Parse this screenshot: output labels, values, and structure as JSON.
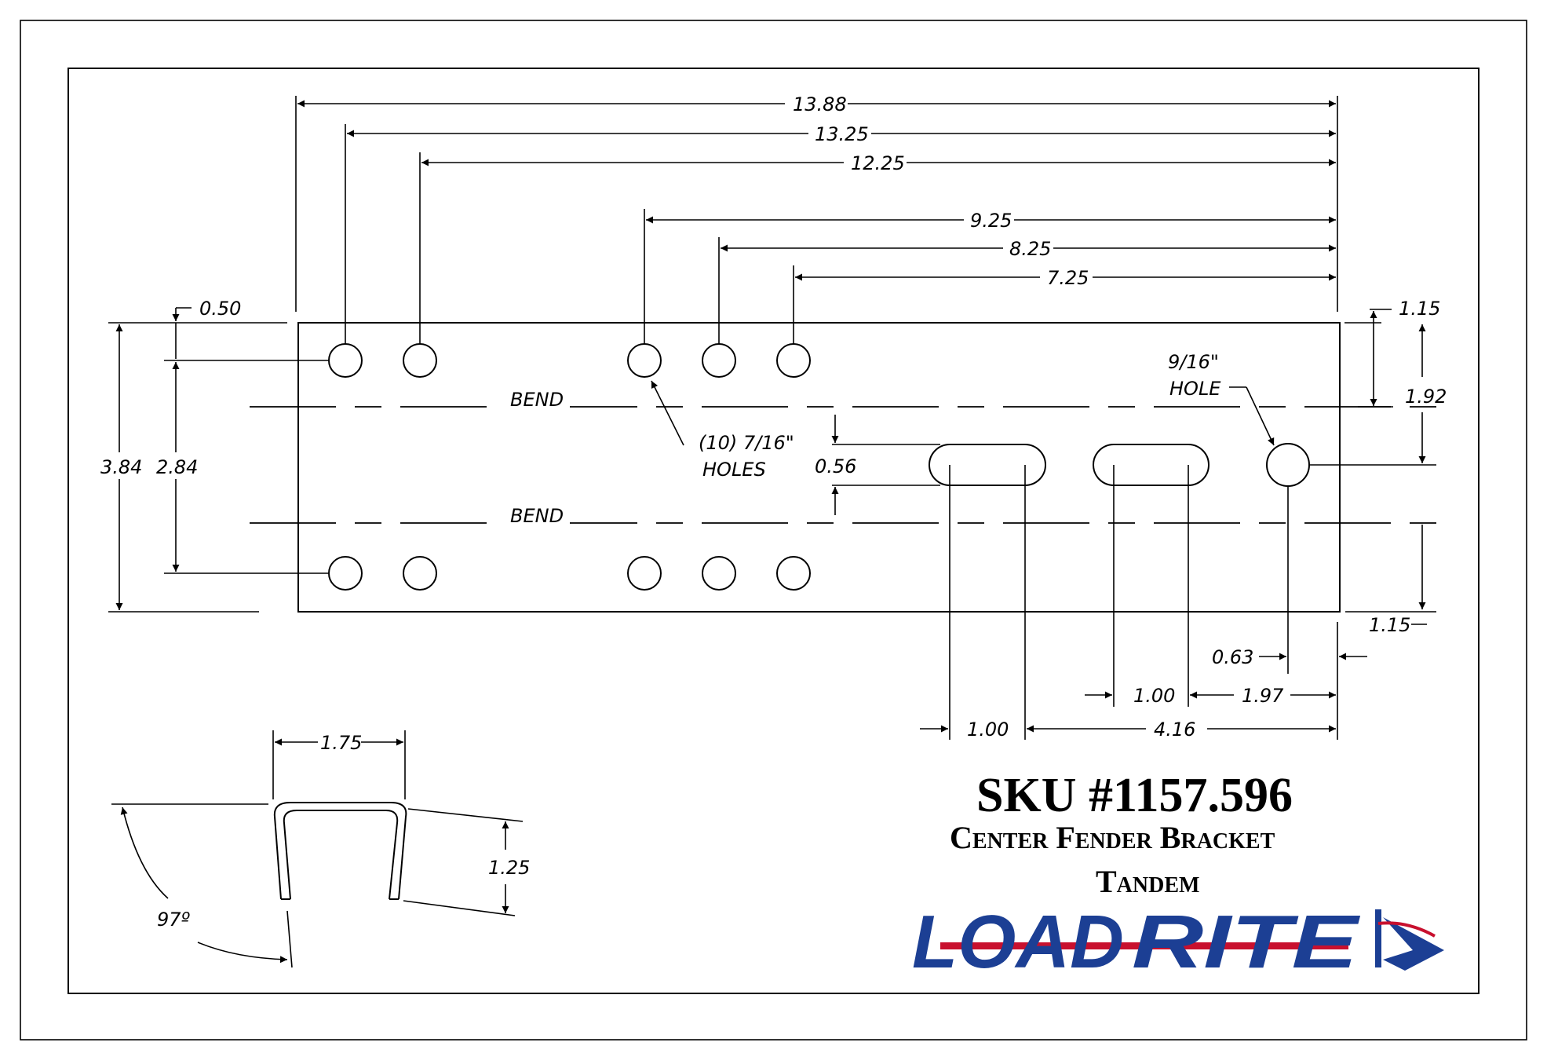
{
  "dimensions": {
    "overall_length": "13.88",
    "hole_1_to_end": "13.25",
    "hole_2_to_end": "12.25",
    "hole_3_to_end": "9.25",
    "hole_4_to_end": "8.25",
    "hole_5_to_end": "7.25",
    "edge_to_hole_offset": "0.50",
    "overall_height": "3.84",
    "hole_row_spacing": "2.84",
    "slot_width": "0.56",
    "right_top_offset": "1.15",
    "right_hole_height": "1.92",
    "right_bottom_offset": "1.15",
    "hole_to_end": "0.63",
    "slot2_length": "1.00",
    "slot2_to_end": "1.97",
    "slot1_length": "1.00",
    "slot1_to_end": "4.16",
    "channel_width": "1.75",
    "channel_depth": "1.25",
    "bend_angle": "97º"
  },
  "labels": {
    "bend_top": "BEND",
    "bend_bottom": "BEND",
    "holes_callout_line1": "(10) 7/16\"",
    "holes_callout_line2": "HOLES",
    "hole_callout_line1": "9/16\"",
    "hole_callout_line2": "HOLE"
  },
  "title_block": {
    "sku": "SKU #1157.596",
    "product_name": "Center Fender Bracket",
    "variant": "Tandem"
  },
  "logo": {
    "text_left": "LOAD",
    "text_right": "RITE",
    "primary_color": "#1c3f94",
    "accent_color": "#c8102e"
  }
}
